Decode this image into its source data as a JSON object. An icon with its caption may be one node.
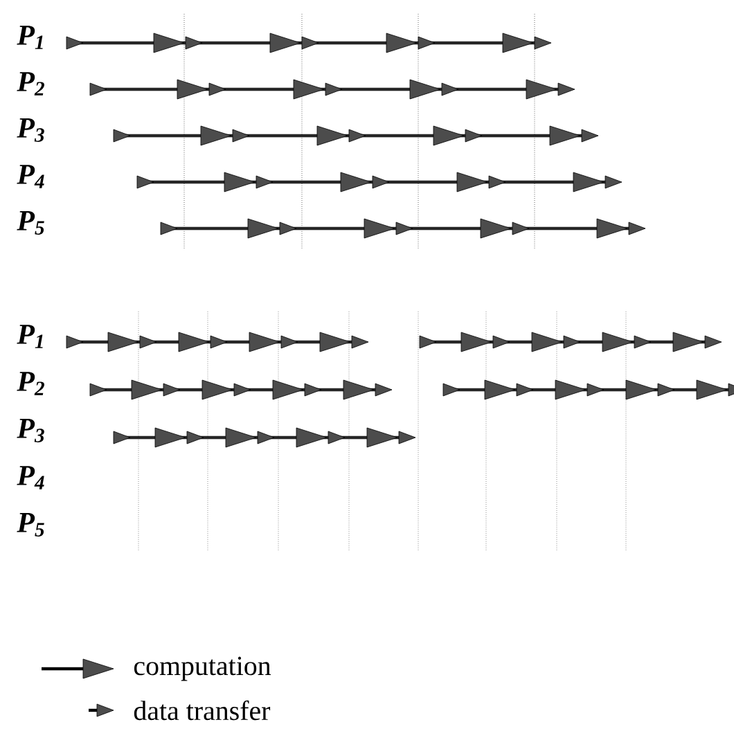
{
  "diagram": {
    "labels": [
      "P$_{1}$",
      "P$_{2}$",
      "P$_{3}$",
      "P$_{4}$",
      "P$_{5}$",
      "P$_{1}$",
      "P$_{2}$",
      "P$_{3}$",
      "P$_{4}$",
      "P$_{5}$"
    ],
    "legend": [
      {
        "text": "computation"
      },
      {
        "text": "data transfer"
      }
    ]
  }
}
